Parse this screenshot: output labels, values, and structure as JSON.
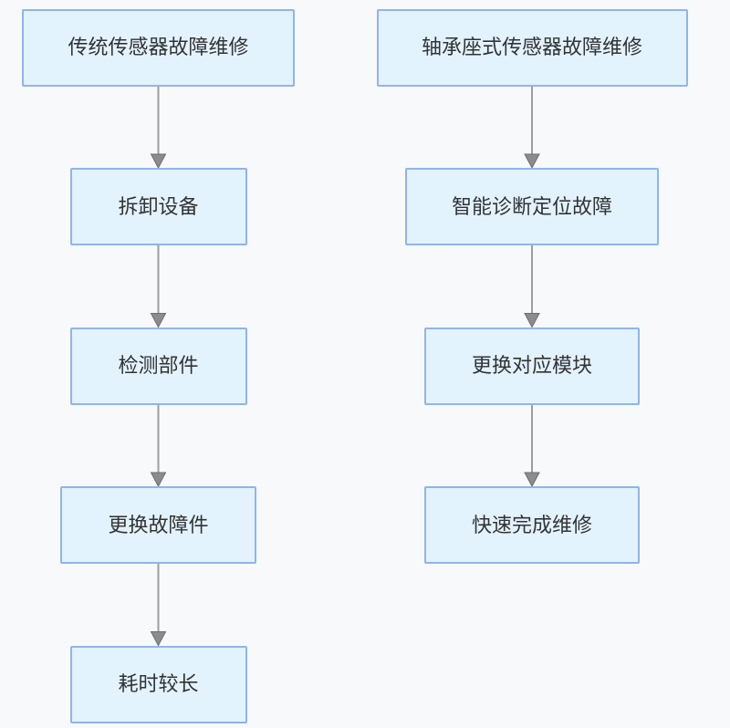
{
  "theme": {
    "background": "#F8F9FB",
    "node_fill": "#E2F3FE",
    "node_border": "#8FB4EE",
    "node_text": "#333333",
    "arrow_line": "#9E9E9E",
    "arrow_head": "#8C8C8C",
    "arrow_head_stroke": "#6E6E6E"
  },
  "flowcharts": [
    {
      "id": "traditional-sensor-repair",
      "nodes": [
        {
          "label": "传统传感器故障维修"
        },
        {
          "label": "拆卸设备"
        },
        {
          "label": "检测部件"
        },
        {
          "label": "更换故障件"
        },
        {
          "label": "耗时较长"
        }
      ]
    },
    {
      "id": "bearing-seat-sensor-repair",
      "nodes": [
        {
          "label": "轴承座式传感器故障维修"
        },
        {
          "label": "智能诊断定位故障"
        },
        {
          "label": "更换对应模块"
        },
        {
          "label": "快速完成维修"
        }
      ]
    }
  ]
}
